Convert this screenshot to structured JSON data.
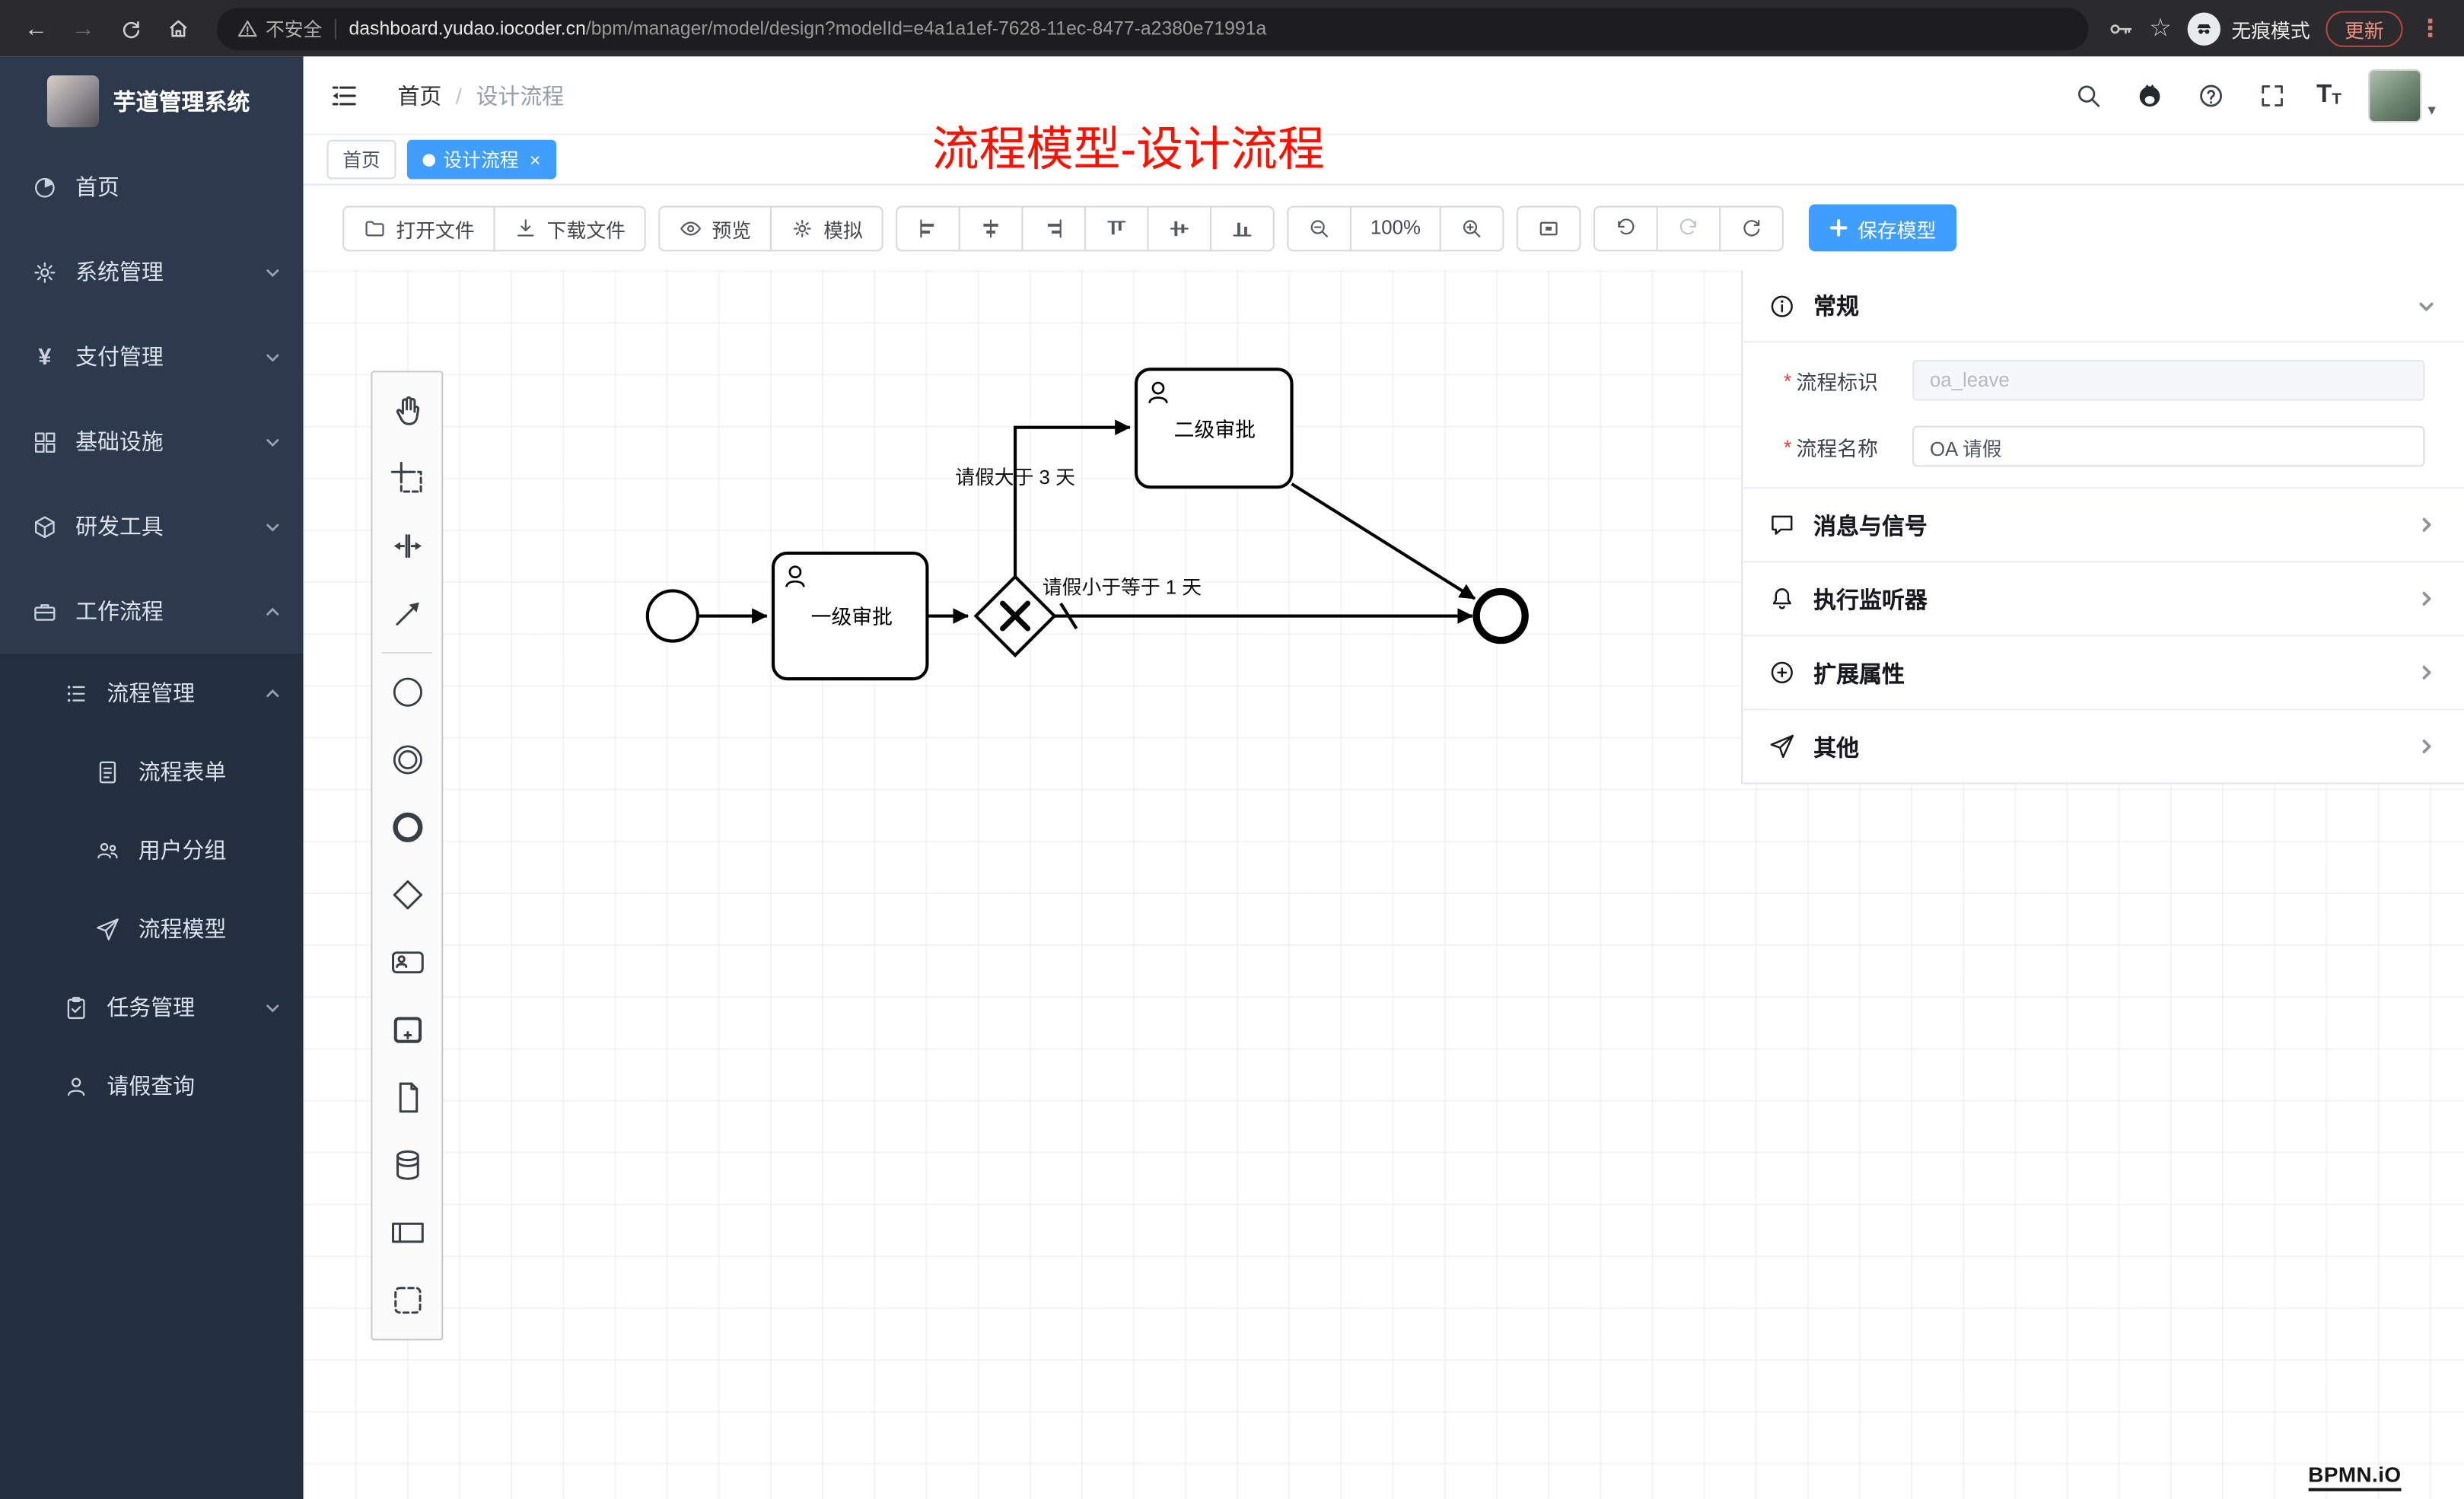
{
  "browser": {
    "security": "不安全",
    "url_domain": "dashboard.yudao.iocoder.cn",
    "url_path": "/bpm/manager/model/design?modelId=e4a1a1ef-7628-11ec-8477-a2380e71991a",
    "incognito": "无痕模式",
    "update": "更新"
  },
  "sidebar": {
    "title": "芋道管理系统",
    "items": [
      {
        "label": "首页"
      },
      {
        "label": "系统管理"
      },
      {
        "label": "支付管理"
      },
      {
        "label": "基础设施"
      },
      {
        "label": "研发工具"
      },
      {
        "label": "工作流程"
      }
    ],
    "submenu": [
      {
        "label": "流程管理"
      },
      {
        "label": "流程表单"
      },
      {
        "label": "用户分组"
      },
      {
        "label": "流程模型"
      },
      {
        "label": "任务管理"
      },
      {
        "label": "请假查询"
      }
    ]
  },
  "header": {
    "breadcrumb_home": "首页",
    "breadcrumb_sep": "/",
    "breadcrumb_current": "设计流程",
    "annotation": "流程模型-设计流程"
  },
  "tabs": {
    "home": "首页",
    "active": "设计流程",
    "close": "×"
  },
  "toolbar": {
    "open": "打开文件",
    "download": "下载文件",
    "preview": "预览",
    "simulate": "模拟",
    "zoom": "100%",
    "save": "保存模型"
  },
  "diagram": {
    "task1": "一级审批",
    "task2": "二级审批",
    "flow_gt": "请假大于 3 天",
    "flow_le": "请假小于等于 1 天"
  },
  "panel": {
    "general": "常规",
    "required_mark": "*",
    "field_key_label": "流程标识",
    "field_key_value": "oa_leave",
    "field_name_label": "流程名称",
    "field_name_value": "OA 请假",
    "messages": "消息与信号",
    "listeners": "执行监听器",
    "ext_attrs": "扩展属性",
    "other": "其他"
  },
  "watermark": "BPMN.iO"
}
